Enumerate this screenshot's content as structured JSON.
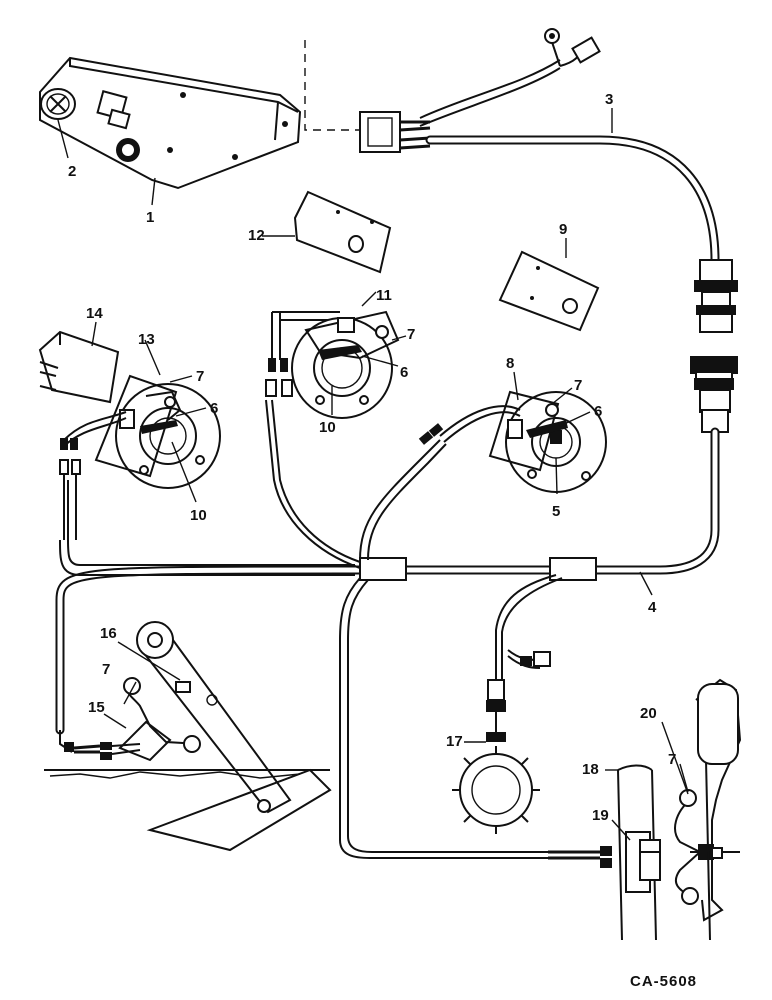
{
  "callouts": {
    "n1": "1",
    "n2": "2",
    "n3": "3",
    "n4": "4",
    "n5": "5",
    "n6a": "6",
    "n6b": "6",
    "n6c": "6",
    "n7a": "7",
    "n7b": "7",
    "n7c": "7",
    "n7d": "7",
    "n7e": "7",
    "n8": "8",
    "n9": "9",
    "n10a": "10",
    "n10b": "10",
    "n11": "11",
    "n12": "12",
    "n13": "13",
    "n14": "14",
    "n15": "15",
    "n16": "16",
    "n17": "17",
    "n18": "18",
    "n19": "19",
    "n20": "20"
  },
  "drawing_id": "CA-5608"
}
